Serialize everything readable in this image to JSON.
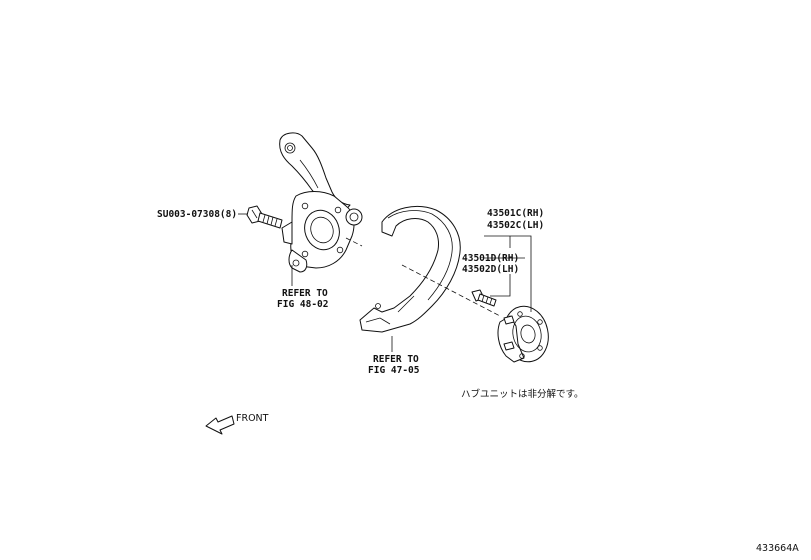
{
  "labels": {
    "bolt_part": "SU003-07308(8)",
    "knuckle_ref_line1": "REFER TO",
    "knuckle_ref_line2": "FIG 48-02",
    "shield_ref_line1": "REFER TO",
    "shield_ref_line2": "FIG 47-05",
    "hub_rh": "43501C(RH)",
    "hub_lh": "43502C(LH)",
    "stud_rh": "43501D(RH)",
    "stud_lh": "43502D(LH)",
    "note": "ハブユニットは非分解です。",
    "front": "FRONT",
    "illustration_id": "433664A"
  }
}
